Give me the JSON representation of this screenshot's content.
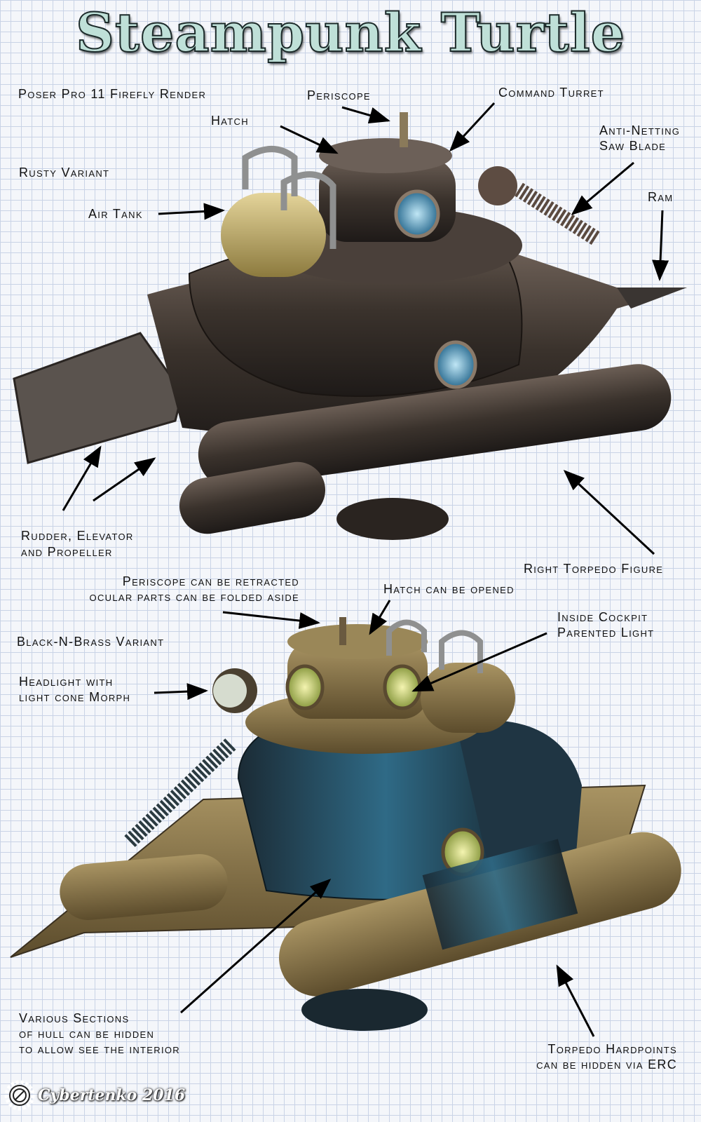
{
  "title": "Steampunk Turtle",
  "labels": {
    "render": "Poser Pro 11 Firefly Render",
    "periscope": "Periscope",
    "command_turret": "Command Turret",
    "hatch": "Hatch",
    "saw_1": "Anti-Netting",
    "saw_2": "Saw Blade",
    "rusty": "Rusty Variant",
    "ram": "Ram",
    "air_tank": "Air Tank",
    "rudder_1": "Rudder, Elevator",
    "rudder_2": "and Propeller",
    "right_torpedo": "Right Torpedo Figure",
    "periscope_retract_1": "Periscope can be retracted",
    "periscope_retract_2": "ocular parts can be folded aside",
    "hatch_open": "Hatch can be opened",
    "cockpit_1": "Inside Cockpit",
    "cockpit_2": "Parented Light",
    "brass": "Black-N-Brass Variant",
    "headlight_1": "Headlight with",
    "headlight_2": "light cone Morph",
    "sections_1": "Various Sections",
    "sections_2": "of hull can be hidden",
    "sections_3": "to allow see the interior",
    "hardpoints_1": "Torpedo Hardpoints",
    "hardpoints_2": "can be hidden via ERC"
  },
  "signature": "Cybertenko 2016",
  "colors": {
    "rusty_hull": "#3b332d",
    "brass": "#8a7545",
    "blue_hull": "#1f3a4a",
    "glass": "#6fb4d8"
  }
}
